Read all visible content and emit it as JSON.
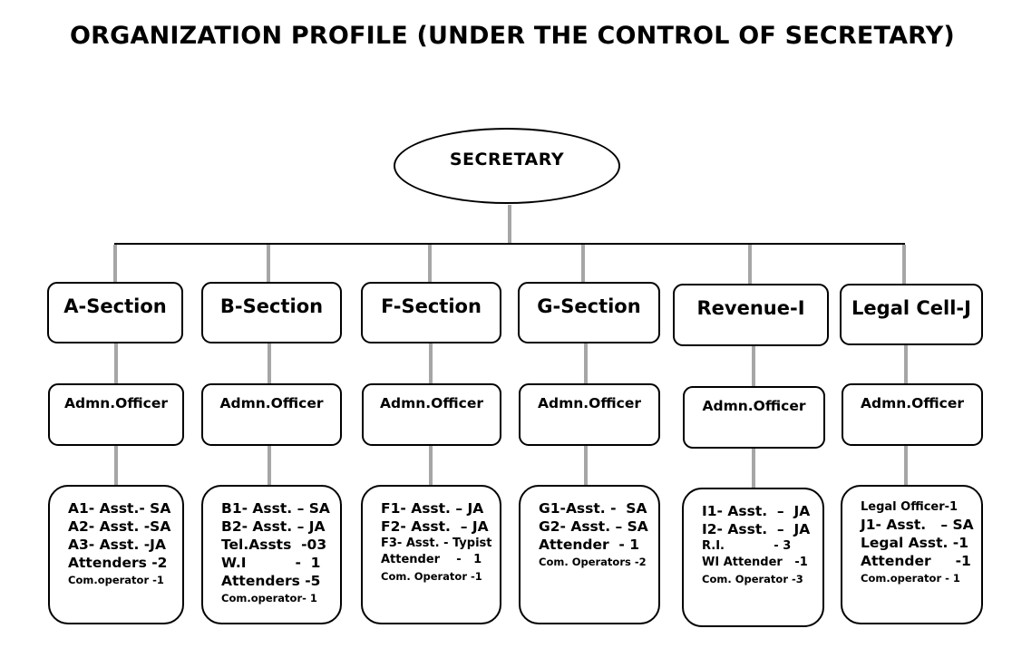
{
  "title": "ORGANIZATION PROFILE (UNDER THE CONTROL OF SECRETARY)",
  "root": "SECRETARY",
  "line_color": "#a6a6a6",
  "sections": [
    {
      "name": "A-Section",
      "officer": "Admn.Officer",
      "staff": [
        {
          "text": "A1- Asst.- SA",
          "size": "l"
        },
        {
          "text": "A2- Asst. -SA",
          "size": "l"
        },
        {
          "text": "A3- Asst. -JA",
          "size": "l"
        },
        {
          "text": "Attenders -2",
          "size": "l"
        },
        {
          "text": "Com.operator -1",
          "size": "s"
        }
      ]
    },
    {
      "name": "B-Section",
      "officer": "Admn.Officer",
      "staff": [
        {
          "text": "B1- Asst. – SA",
          "size": "l"
        },
        {
          "text": "B2- Asst. – JA",
          "size": "l"
        },
        {
          "text": "Tel.Assts  -03",
          "size": "l"
        },
        {
          "text": "W.I          -  1",
          "size": "l"
        },
        {
          "text": "Attenders -5",
          "size": "l"
        },
        {
          "text": "Com.operator- 1",
          "size": "s"
        }
      ]
    },
    {
      "name": "F-Section",
      "officer": "Admn.Officer",
      "staff": [
        {
          "text": "F1- Asst. – JA",
          "size": "l"
        },
        {
          "text": "F2- Asst.  – JA",
          "size": "l"
        },
        {
          "text": "F3- Asst. - Typist",
          "size": "m"
        },
        {
          "text": "Attender    -   1",
          "size": "m"
        },
        {
          "text": "Com. Operator -1",
          "size": "s"
        }
      ]
    },
    {
      "name": "G-Section",
      "officer": "Admn.Officer",
      "staff": [
        {
          "text": "G1-Asst. -  SA",
          "size": "l"
        },
        {
          "text": "G2- Asst. – SA",
          "size": "l"
        },
        {
          "text": "Attender  - 1",
          "size": "l"
        },
        {
          "text": "Com. Operators -2",
          "size": "s"
        }
      ]
    },
    {
      "name": "Revenue-I",
      "officer": "Admn.Officer",
      "staff": [
        {
          "text": "I1- Asst.  –  JA",
          "size": "l"
        },
        {
          "text": "I2- Asst.  –  JA",
          "size": "l"
        },
        {
          "text": "R.I.            - 3",
          "size": "m"
        },
        {
          "text": "WI Attender   -1",
          "size": "m"
        },
        {
          "text": "Com. Operator -3",
          "size": "s"
        }
      ]
    },
    {
      "name": "Legal Cell-J",
      "officer": "Admn.Officer",
      "staff": [
        {
          "text": "Legal Officer-1",
          "size": "m"
        },
        {
          "text": "J1- Asst.   – SA",
          "size": "l"
        },
        {
          "text": "Legal Asst. -1",
          "size": "l"
        },
        {
          "text": "Attender     -1",
          "size": "l"
        },
        {
          "text": "Com.operator - 1",
          "size": "s"
        }
      ]
    }
  ]
}
